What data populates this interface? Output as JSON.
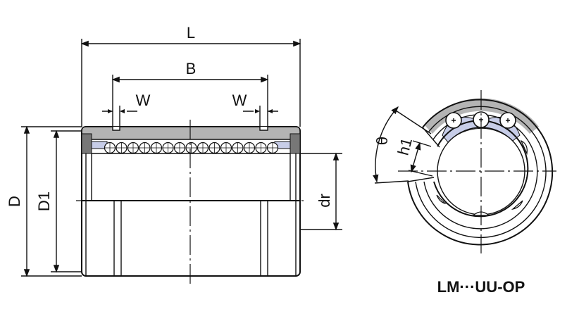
{
  "labels": {
    "length": "L",
    "ball_span": "B",
    "groove_width_left": "W",
    "groove_width_right": "W",
    "outer_diameter": "D",
    "groove_diameter": "D1",
    "inscribed_diameter": "dr",
    "opening_angle": "θ",
    "opening_height": "h1"
  },
  "model_name": "LM···UU-OP",
  "colors": {
    "housing": "#b4b4b4",
    "seal": "#c7cde8",
    "line": "#111111"
  }
}
